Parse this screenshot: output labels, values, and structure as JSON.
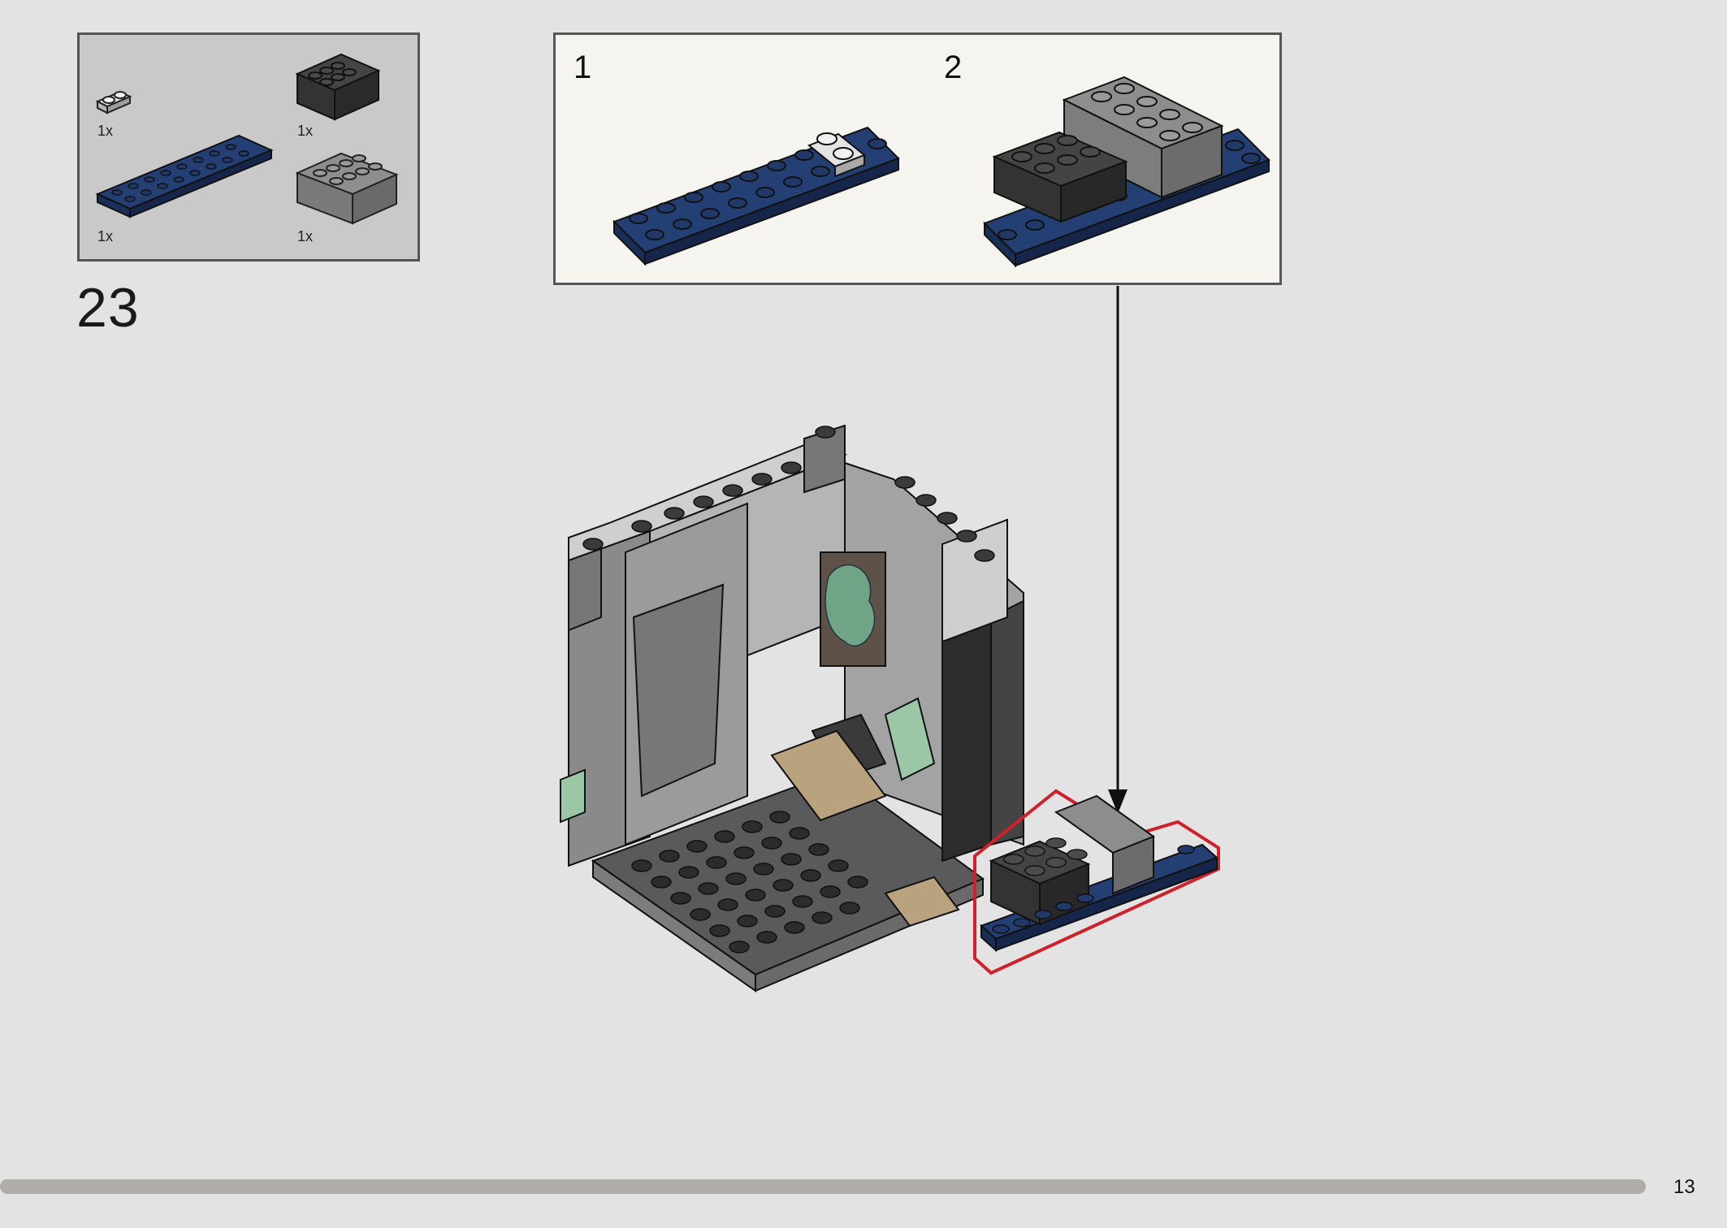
{
  "parts": {
    "items": [
      {
        "qty": "1x",
        "icon": "plate-1x2-light-gray-icon"
      },
      {
        "qty": "1x",
        "icon": "brick-2x4-dark-gray-icon"
      },
      {
        "qty": "1x",
        "icon": "plate-2x8-dark-blue-icon"
      },
      {
        "qty": "1x",
        "icon": "brick-2x4-medium-gray-icon"
      }
    ]
  },
  "step": {
    "number": "23"
  },
  "substeps": [
    {
      "label": "1"
    },
    {
      "label": "2"
    }
  ],
  "colors": {
    "background": "#e3e3e3",
    "dark_blue": "#1f3a6e",
    "dark_gray": "#3c3c3c",
    "medium_gray": "#8a8a8a",
    "light_gray": "#c8c8c8",
    "highlight": "#d0202a",
    "tan": "#b8a37e",
    "sand_green": "#9cc7a6"
  },
  "footer": {
    "page_number": "13"
  }
}
